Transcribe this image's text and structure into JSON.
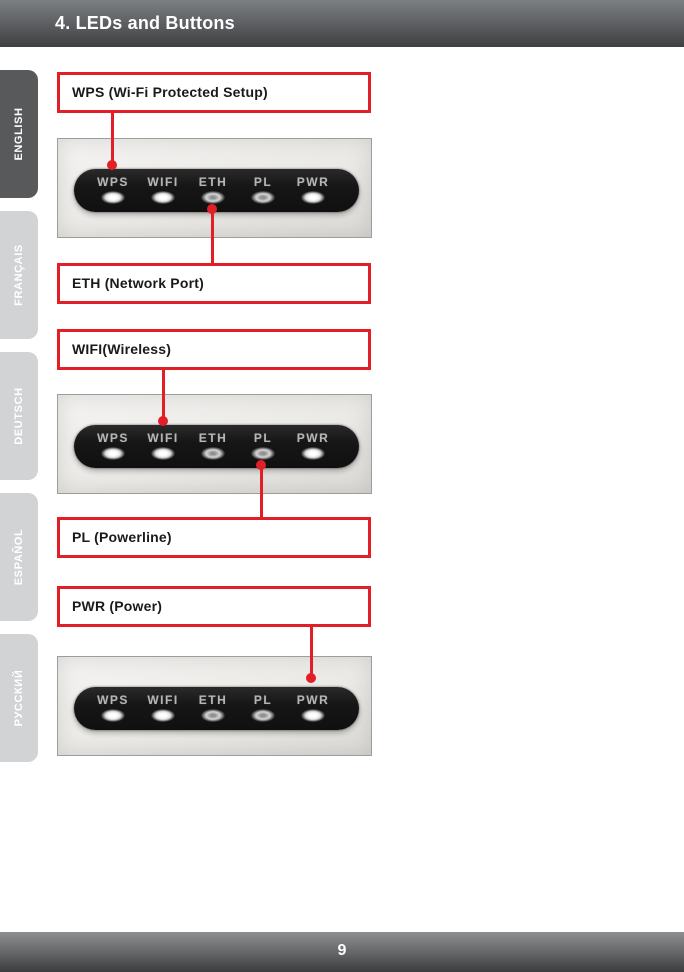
{
  "header": {
    "title": "4. LEDs and Buttons"
  },
  "footer": {
    "page_number": "9"
  },
  "sidebar": {
    "tabs": [
      {
        "label": "ENGLISH",
        "active": true
      },
      {
        "label": "FRANÇAIS",
        "active": false
      },
      {
        "label": "DEUTSCH",
        "active": false
      },
      {
        "label": "ESPAÑOL",
        "active": false
      },
      {
        "label": "РУССКИЙ",
        "active": false
      }
    ]
  },
  "callouts": [
    {
      "label": "WPS (Wi-Fi Protected Setup)",
      "points_to": "WPS"
    },
    {
      "label": "ETH (Network Port)",
      "points_to": "ETH"
    },
    {
      "label": "WIFI(Wireless)",
      "points_to": "WIFI"
    },
    {
      "label": "PL (Powerline)",
      "points_to": "PL"
    },
    {
      "label": "PWR (Power)",
      "points_to": "PWR"
    }
  ],
  "led_panel": {
    "labels": [
      "WPS",
      "WIFI",
      "ETH",
      "PL",
      "PWR"
    ]
  },
  "colors": {
    "accent_red": "#e21f26",
    "active_tab": "#58595b",
    "inactive_tab": "#d2d3d5"
  }
}
